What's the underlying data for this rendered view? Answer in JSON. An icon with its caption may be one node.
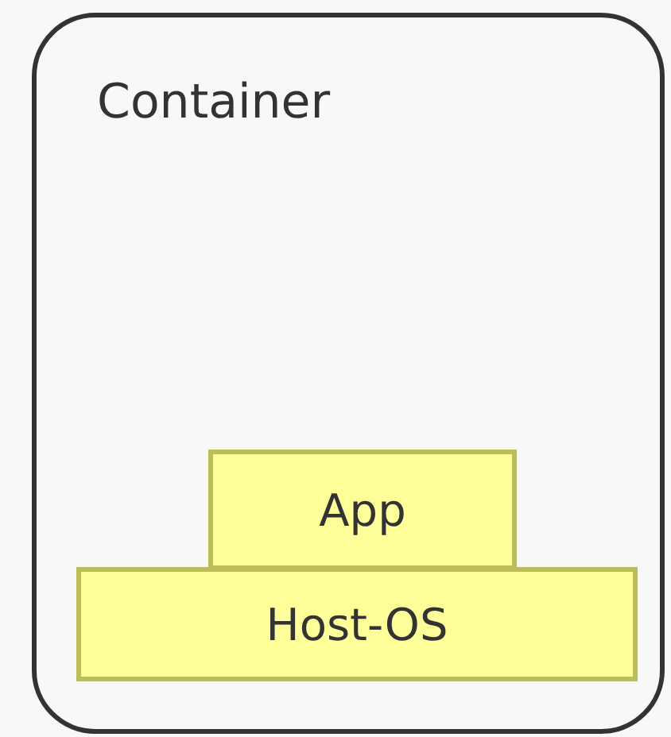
{
  "diagram": {
    "nodes": [
      {
        "text": [
          "Container"
        ]
      },
      {
        "text": [
          "App"
        ],
        "in": 0
      },
      {
        "text": [
          "Host-OS"
        ],
        "in": 0
      }
    ]
  }
}
